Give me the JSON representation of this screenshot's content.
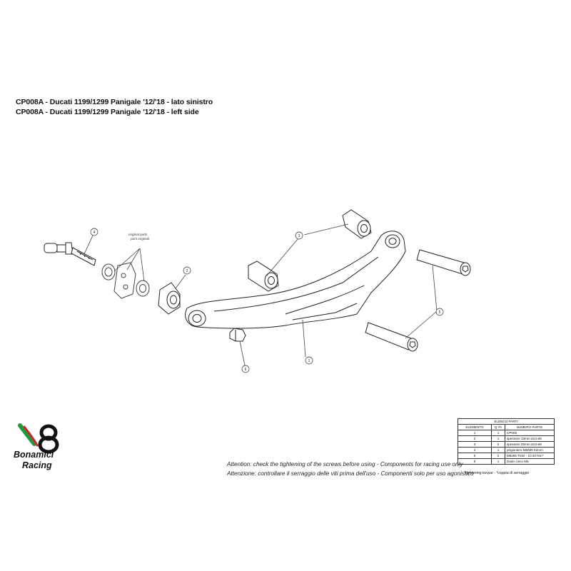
{
  "title": {
    "line1": "CP008A - Ducati 1199/1299 Panigale '12/'18 - lato sinistro",
    "line2": "CP008A - Ducati 1199/1299 Panigale '12/'18 - left side"
  },
  "callouts": {
    "original_en": "original parts",
    "original_it": "parti originali",
    "numbers": [
      "1",
      "2",
      "3",
      "4",
      "5",
      "6"
    ]
  },
  "logo": {
    "line1": "Bonamici",
    "line2": "Racing",
    "colors": {
      "green": "#1e9a3c",
      "red": "#d8232a",
      "black": "#111111"
    }
  },
  "warnings": {
    "en": "Attention: check the tightening of the screws before using - Components for racing use only",
    "it": "Attenzione: controllare il serraggio delle viti prima dell'uso - Componenti solo per uso agonistico"
  },
  "parts_table": {
    "caption": "ELENCO PARTI",
    "headers": [
      "ELEMENTO",
      "Q.TA",
      "NUMERO PARTE"
    ],
    "rows": [
      [
        "1",
        "1",
        "CP008"
      ],
      [
        "2",
        "1",
        "spessore 13mm ø14-ø5"
      ],
      [
        "3",
        "2",
        "spessore 25mm ø13-ø6"
      ],
      [
        "4",
        "1",
        "prigioniero M5/M6 62mm"
      ],
      [
        "5",
        "2",
        "M6x55 TCEI - 10.30 Nm*"
      ],
      [
        "6",
        "1",
        "Dado cieco M5"
      ]
    ],
    "note": "*tightening torque - *coppia di serraggio"
  }
}
